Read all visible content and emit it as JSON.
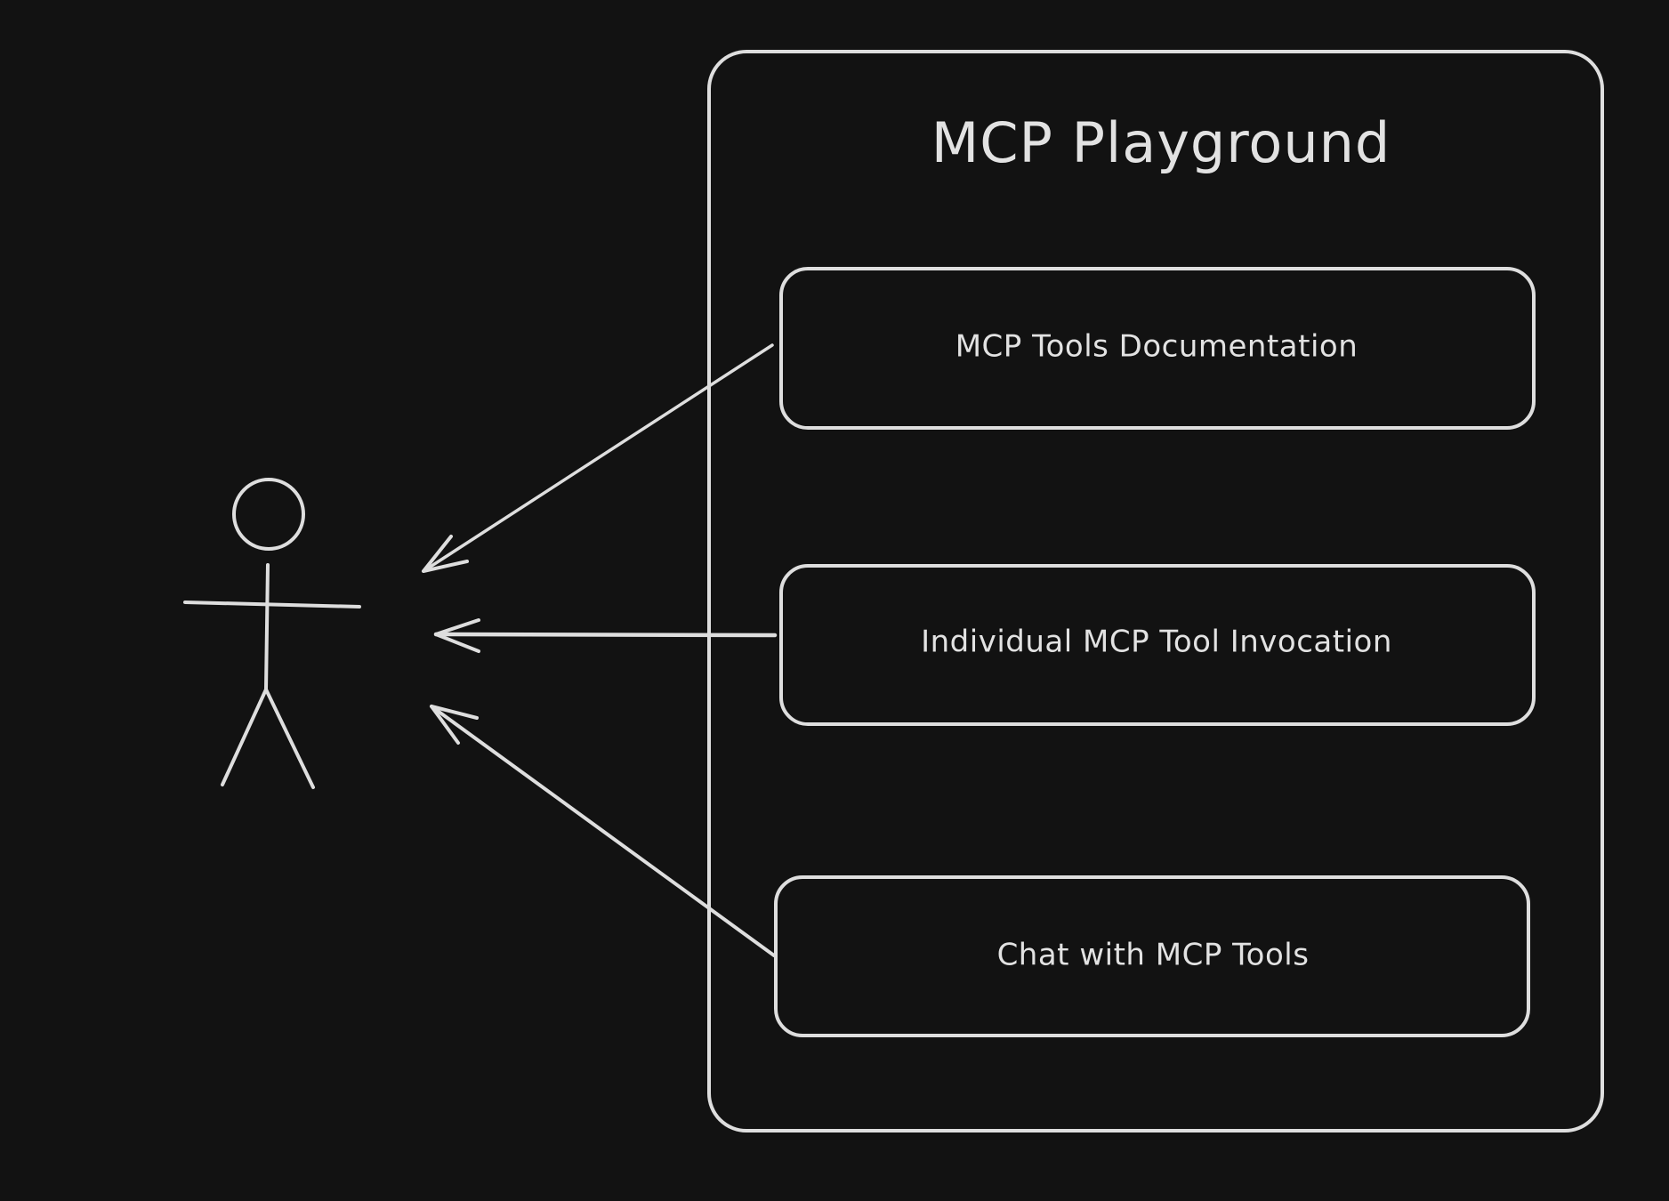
{
  "diagram": {
    "type": "use-case",
    "system": {
      "title": "MCP Playground"
    },
    "actor": {
      "label": ""
    },
    "use_cases": [
      {
        "label": "MCP Tools Documentation"
      },
      {
        "label": "Individual MCP Tool Invocation"
      },
      {
        "label": "Chat with MCP Tools"
      }
    ],
    "relationships": [
      {
        "from": "MCP Tools Documentation",
        "to": "actor",
        "arrowhead": "open"
      },
      {
        "from": "Individual MCP Tool Invocation",
        "to": "actor",
        "arrowhead": "open"
      },
      {
        "from": "Chat with MCP Tools",
        "to": "actor",
        "arrowhead": "open"
      }
    ],
    "colors": {
      "background": "#121212",
      "stroke": "#dedede",
      "text": "#e2e2e2"
    }
  }
}
